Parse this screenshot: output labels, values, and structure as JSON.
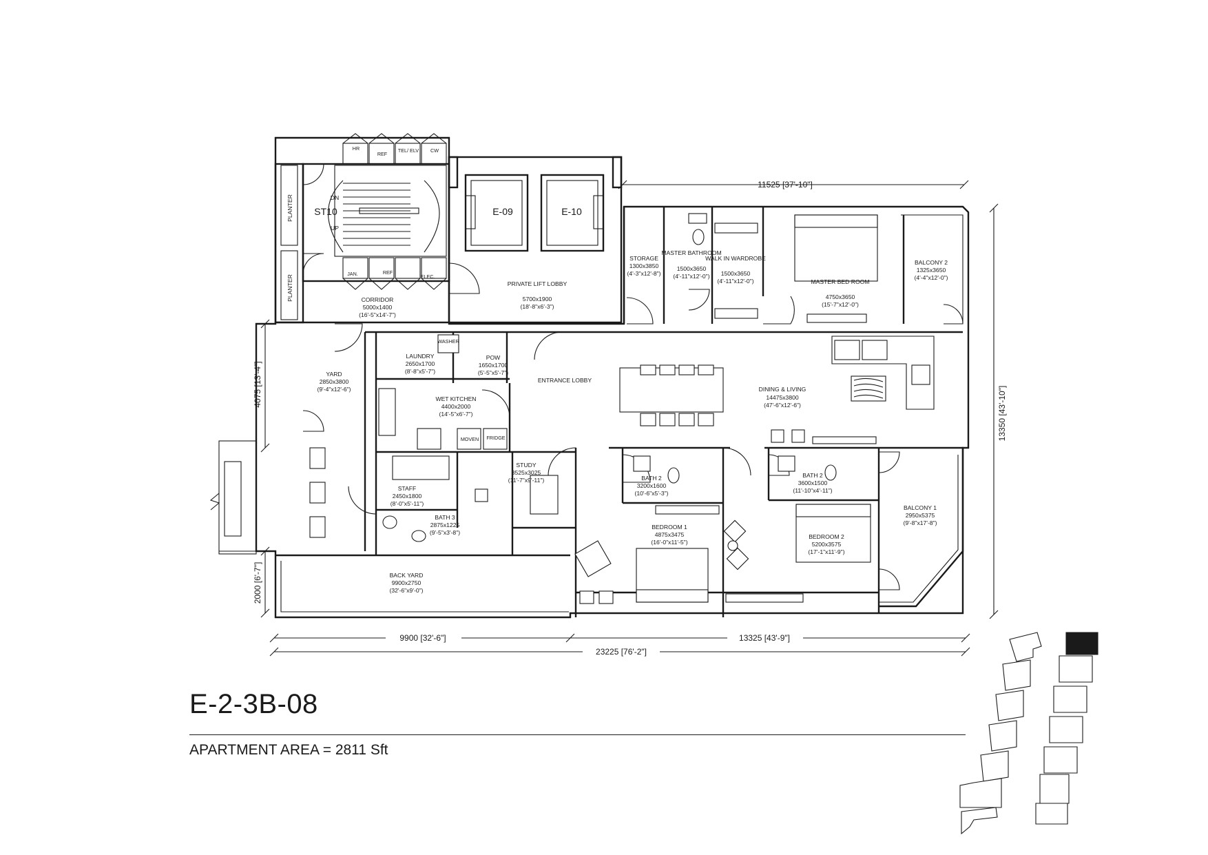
{
  "unit": {
    "code": "E-2-3B-08",
    "area": "APARTMENT AREA = 2811 Sft"
  },
  "dimensions": {
    "top": "11525 [37'-10\"]",
    "right": "13350 [43'-10\"]",
    "left_upper": "4075 [13'-4\"]",
    "left_lower": "2000 [6'-7\"]",
    "bottom_left": "9900 [32'-6\"]",
    "bottom_right": "13325 [43'-9\"]",
    "bottom_total": "23225 [76'-2\"]"
  },
  "core": {
    "stair": "ST10",
    "dn": "DN",
    "up": "UP",
    "lift_1": "E-09",
    "lift_2": "E-10",
    "planter": "PLANTER",
    "hr": "HR",
    "ref": "REF",
    "tel_elv": "TEL/ ELV",
    "cw": "CW",
    "jan": "JAN.",
    "elec": "ELEC."
  },
  "rooms": {
    "corridor": {
      "name": "CORRIDOR",
      "size": "5000x1400",
      "imperial": "(16'-5\"x14'-7\")"
    },
    "private_lift_lobby": {
      "name": "PRIVATE LIFT LOBBY",
      "size": "5700x1900",
      "imperial": "(18'-8\"x6'-3\")"
    },
    "storage": {
      "name": "STORAGE",
      "size": "1300x3850",
      "imperial": "(4'-3\"x12'-8\")"
    },
    "master_bathroom": {
      "name": "MASTER BATHROOM",
      "size": "1500x3650",
      "imperial": "(4'-11\"x12'-0\")"
    },
    "walk_in_wardrobe": {
      "name": "WALK IN WARDROBE",
      "size": "1500x3650",
      "imperial": "(4'-11\"x12'-0\")"
    },
    "master_bedroom": {
      "name": "MASTER BED ROOM",
      "size": "4750x3650",
      "imperial": "(15'-7\"x12'-0\")"
    },
    "balcony_2": {
      "name": "BALCONY 2",
      "size": "1325x3650",
      "imperial": "(4'-4\"x12'-0\")"
    },
    "yard": {
      "name": "YARD",
      "size": "2850x3800",
      "imperial": "(9'-4\"x12'-6\")"
    },
    "laundry": {
      "name": "LAUNDRY",
      "size": "2650x1700",
      "imperial": "(8'-8\"x5'-7\")"
    },
    "pow": {
      "name": "POW",
      "size": "1650x1700",
      "imperial": "(5'-5\"x5'-7\")"
    },
    "entrance_lobby": {
      "name": "ENTRANCE LOBBY"
    },
    "dining_living": {
      "name": "DINING & LIVING",
      "size": "14475x3800",
      "imperial": "(47'-6\"x12'-6\")"
    },
    "wet_kitchen": {
      "name": "WET KITCHEN",
      "size": "4400x2000",
      "imperial": "(14'-5\"x6'-7\")"
    },
    "staff": {
      "name": "STAFF",
      "size": "2450x1800",
      "imperial": "(8'-0\"x5'-11\")"
    },
    "bath_3": {
      "name": "BATH 3",
      "size": "2875x1225",
      "imperial": "(9'-5\"x3'-8\")"
    },
    "study": {
      "name": "STUDY",
      "size": "3525x3025",
      "imperial": "(11'-7\"x9'-11\")"
    },
    "bath_2a": {
      "name": "BATH 2",
      "size": "3200x1600",
      "imperial": "(10'-6\"x5'-3\")"
    },
    "bath_2b": {
      "name": "BATH 2",
      "size": "3600x1500",
      "imperial": "(11'-10\"x4'-11\")"
    },
    "bedroom_1": {
      "name": "BEDROOM 1",
      "size": "4875x3475",
      "imperial": "(16'-0\"x11'-5\")"
    },
    "bedroom_2": {
      "name": "BEDROOM 2",
      "size": "5200x3575",
      "imperial": "(17'-1\"x11'-9\")"
    },
    "balcony_1": {
      "name": "BALCONY 1",
      "size": "2950x5375",
      "imperial": "(9'-8\"x17'-8\")"
    },
    "back_yard": {
      "name": "BACK YARD",
      "size": "9900x2750",
      "imperial": "(32'-6\"x9'-0\")"
    }
  },
  "fixtures": {
    "oven": "MOVEN",
    "fridge": "FRIDGE",
    "washer": "WASHER"
  }
}
